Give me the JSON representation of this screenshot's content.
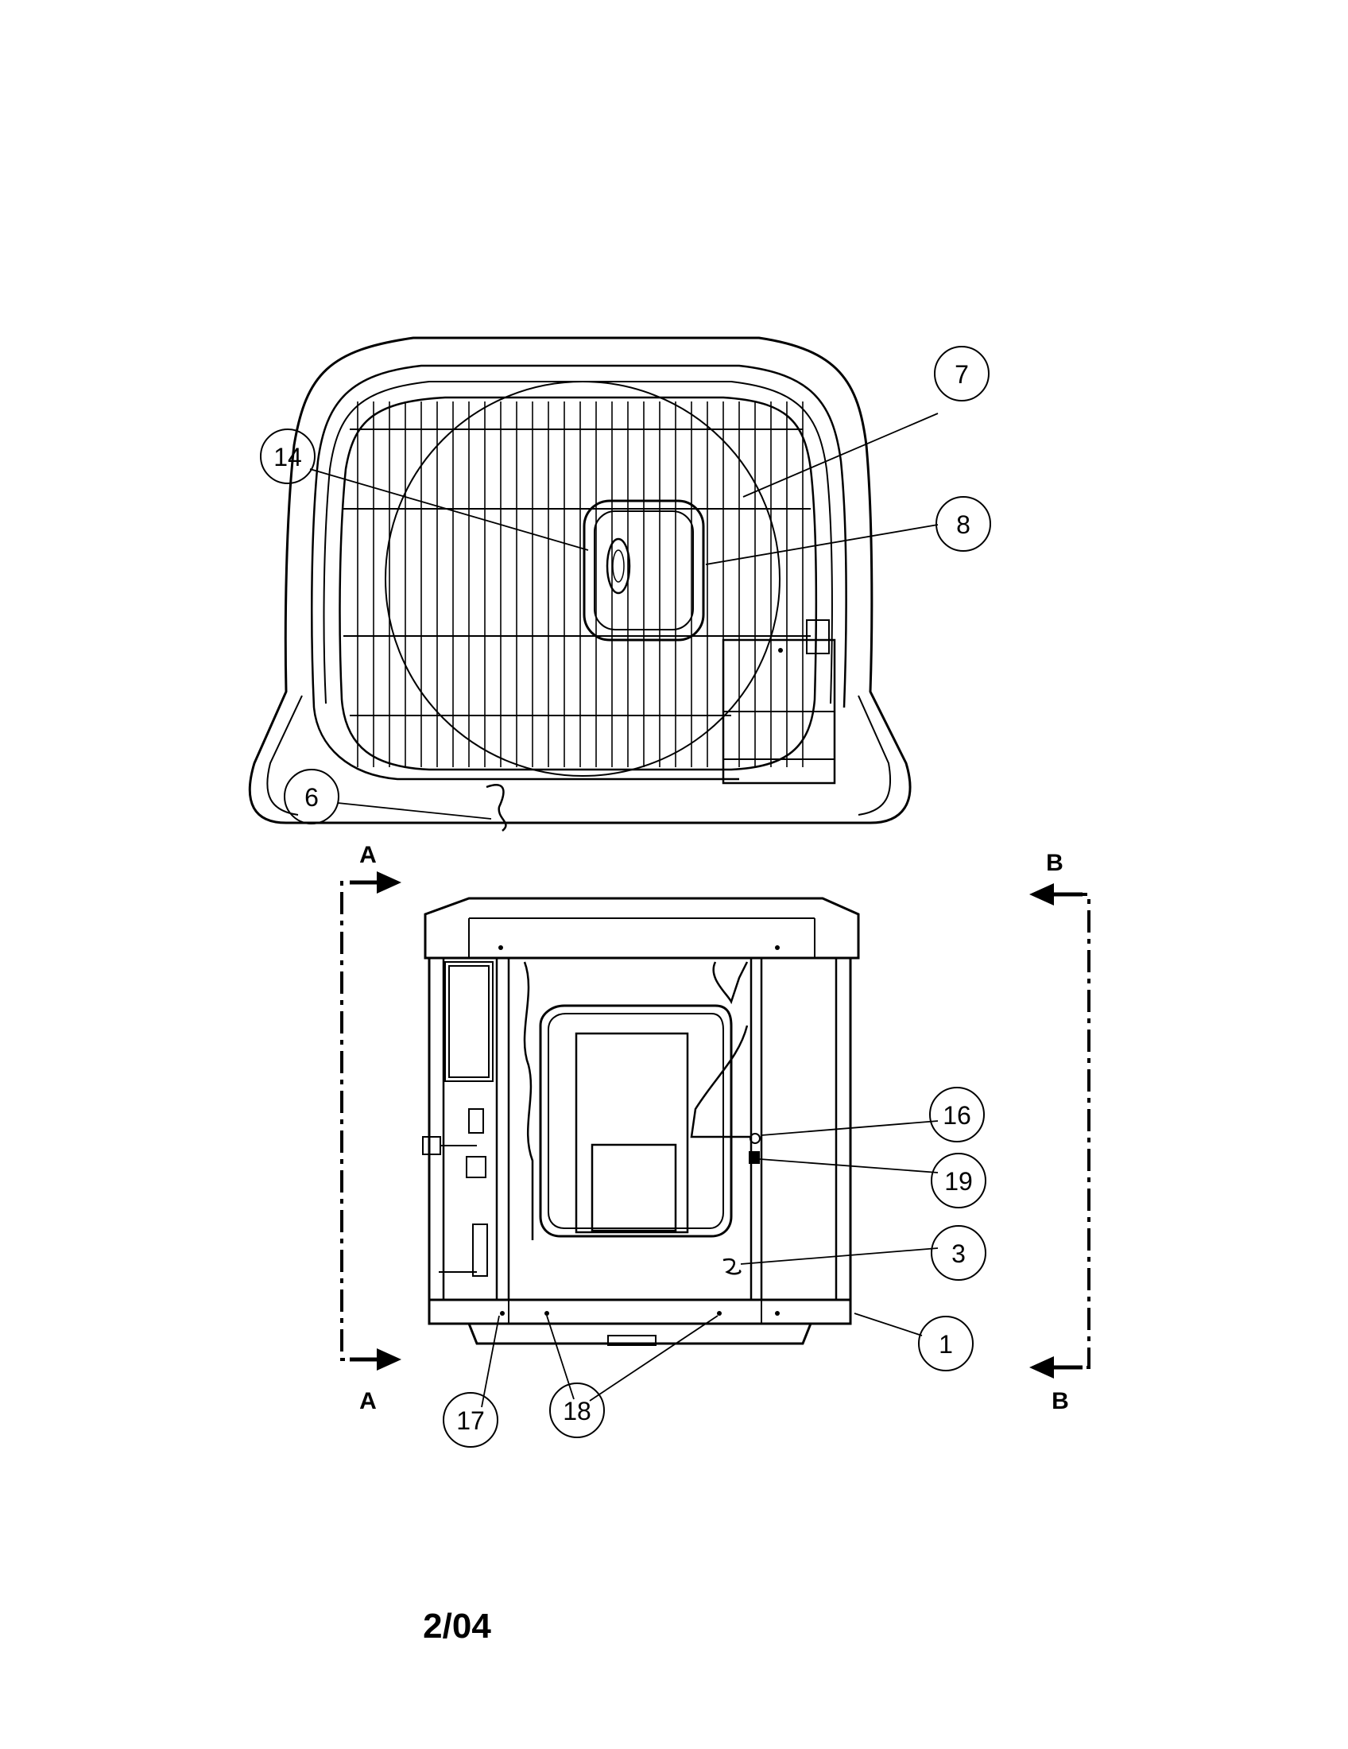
{
  "callouts": {
    "c1": "1",
    "c3": "3",
    "c6": "6",
    "c7": "7",
    "c8": "8",
    "c14": "14",
    "c16": "16",
    "c17": "17",
    "c18": "18",
    "c19": "19"
  },
  "section_labels": {
    "a_top": "A",
    "a_bottom": "A",
    "b_top": "B",
    "b_bottom": "B"
  },
  "footer": {
    "date_code": "2/04"
  }
}
